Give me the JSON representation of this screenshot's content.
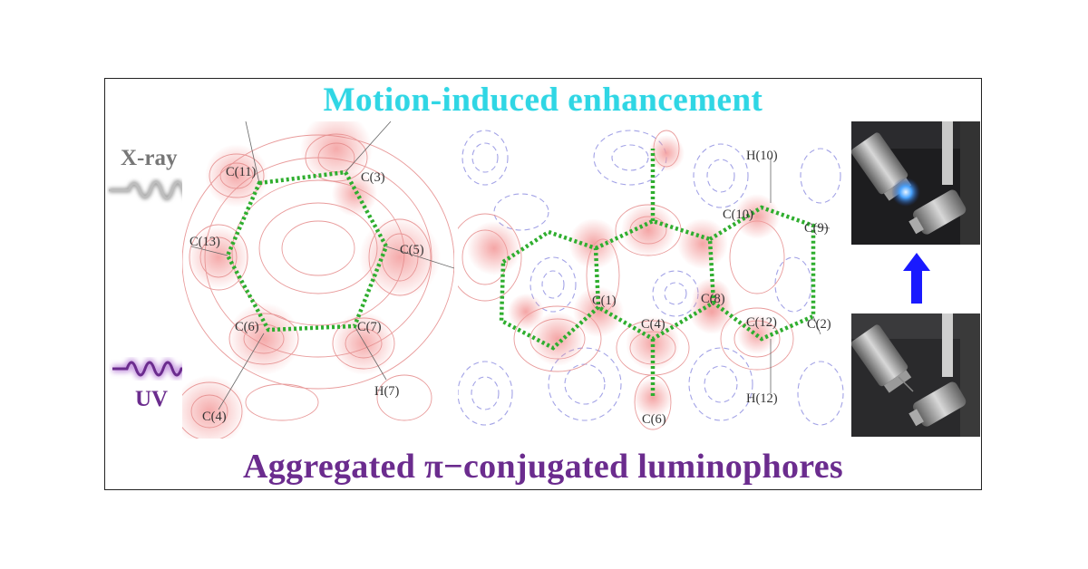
{
  "title_top": "Motion-induced enhancement",
  "title_bottom": "Aggregated π−conjugated luminophores",
  "left_labels": {
    "xray": "X-ray",
    "uv": "UV"
  },
  "left_panel_atoms": {
    "c11": "C(11)",
    "c3": "C(3)",
    "c13": "C(13)",
    "c5": "C(5)",
    "c6": "C(6)",
    "c7": "C(7)",
    "c4": "C(4)",
    "h7": "H(7)"
  },
  "mid_panel_atoms": {
    "h10": "H(10)",
    "c10": "C(10)",
    "c9": "C(9)",
    "c1": "C(1)",
    "c8": "C(8)",
    "c4": "C(4)",
    "c12": "C(12)",
    "c2": "C(2)",
    "h12": "H(12)",
    "c6": "C(6)"
  },
  "colors": {
    "title_top": "#2fd6e4",
    "title_bottom": "#6b2c8e",
    "bond_dotted": "#2fae2f",
    "positive_contour": "#e58a8a",
    "negative_contour": "#8c8ce0",
    "density_blob": "#f6a3a3",
    "arrow": "#1a1aff"
  },
  "icons": {
    "xray_wave": "grey-wave-icon",
    "uv_wave": "purple-wave-arrow-icon",
    "up_arrow": "blue-up-arrow-icon"
  }
}
